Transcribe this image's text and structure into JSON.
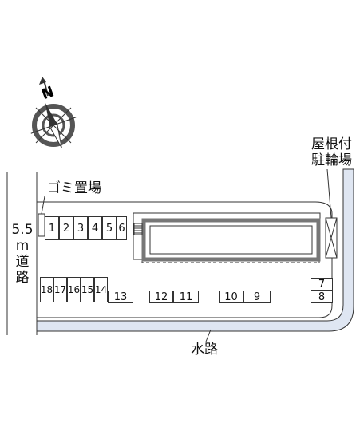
{
  "compass": {
    "icon": "north-compass-icon",
    "north_letter": "N"
  },
  "labels": {
    "garbage": "ゴミ置場",
    "bike_parking_line1": "屋根付",
    "bike_parking_line2": "駐輪場",
    "road_width": "5.5",
    "road_unit": "m",
    "road_char1": "道",
    "road_char2": "路",
    "waterway": "水路"
  },
  "parking": {
    "top_row": [
      "1",
      "2",
      "3",
      "4",
      "5",
      "6"
    ],
    "bottom_left": [
      "18",
      "17",
      "16",
      "15",
      "14"
    ],
    "bottom_13": "13",
    "pair_12_11": [
      "12",
      "11"
    ],
    "pair_10_9": [
      "10",
      "9"
    ],
    "right_stack": [
      "7",
      "8"
    ]
  },
  "colors": {
    "waterway": "#dfe6f2",
    "building": "#777777",
    "line": "#333333"
  }
}
